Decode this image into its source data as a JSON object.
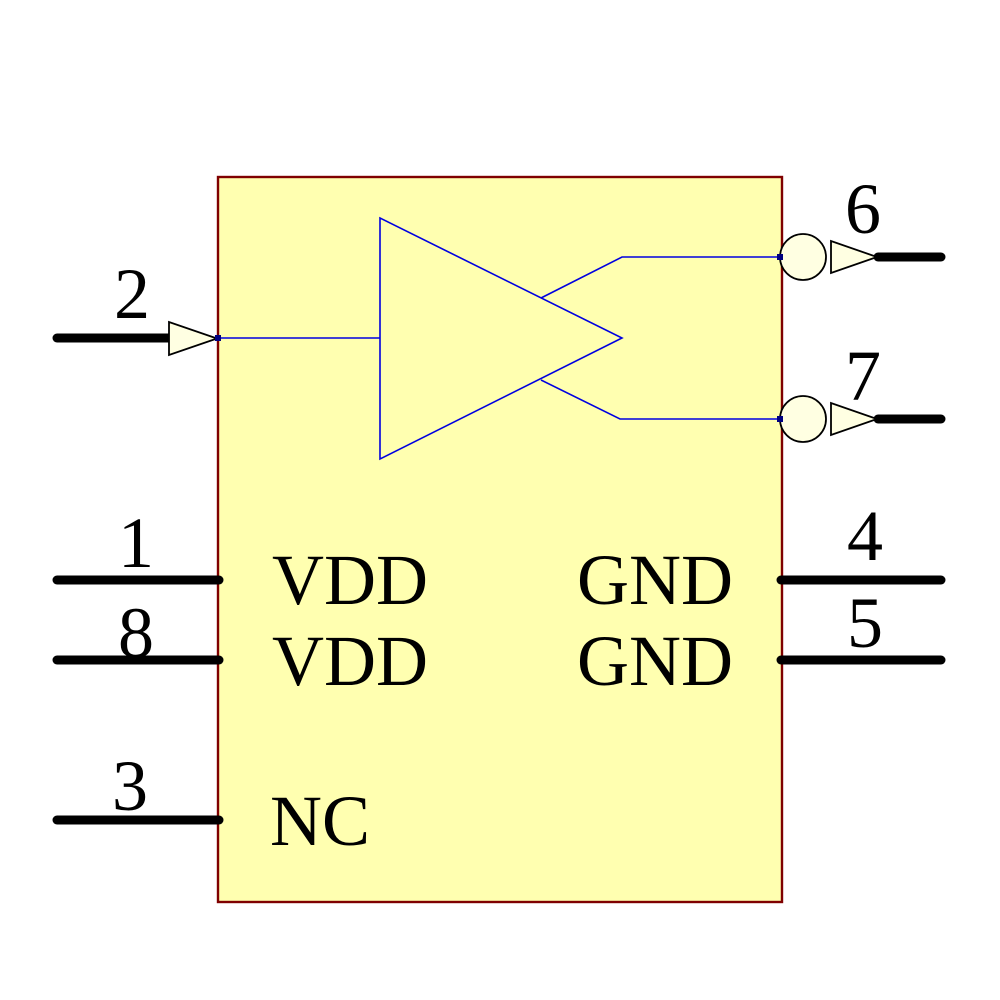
{
  "colors": {
    "background": "#FFFFFF",
    "body_fill": "#FFFFB0",
    "body_border": "#7F0000",
    "wire_blue": "#0000E0",
    "ink_black": "#000000",
    "pin_symbol_fill": "#FFFFE2",
    "junction_blue": "#000080"
  },
  "pins": {
    "input": {
      "number": "2"
    },
    "output_top": {
      "number": "6"
    },
    "output_bottom": {
      "number": "7"
    },
    "power_top": {
      "number": "1",
      "label": "VDD"
    },
    "power_bottom": {
      "number": "8",
      "label": "VDD"
    },
    "ground_top": {
      "number": "4",
      "label": "GND"
    },
    "ground_bottom": {
      "number": "5",
      "label": "GND"
    },
    "no_connect": {
      "number": "3",
      "label": "NC"
    }
  }
}
